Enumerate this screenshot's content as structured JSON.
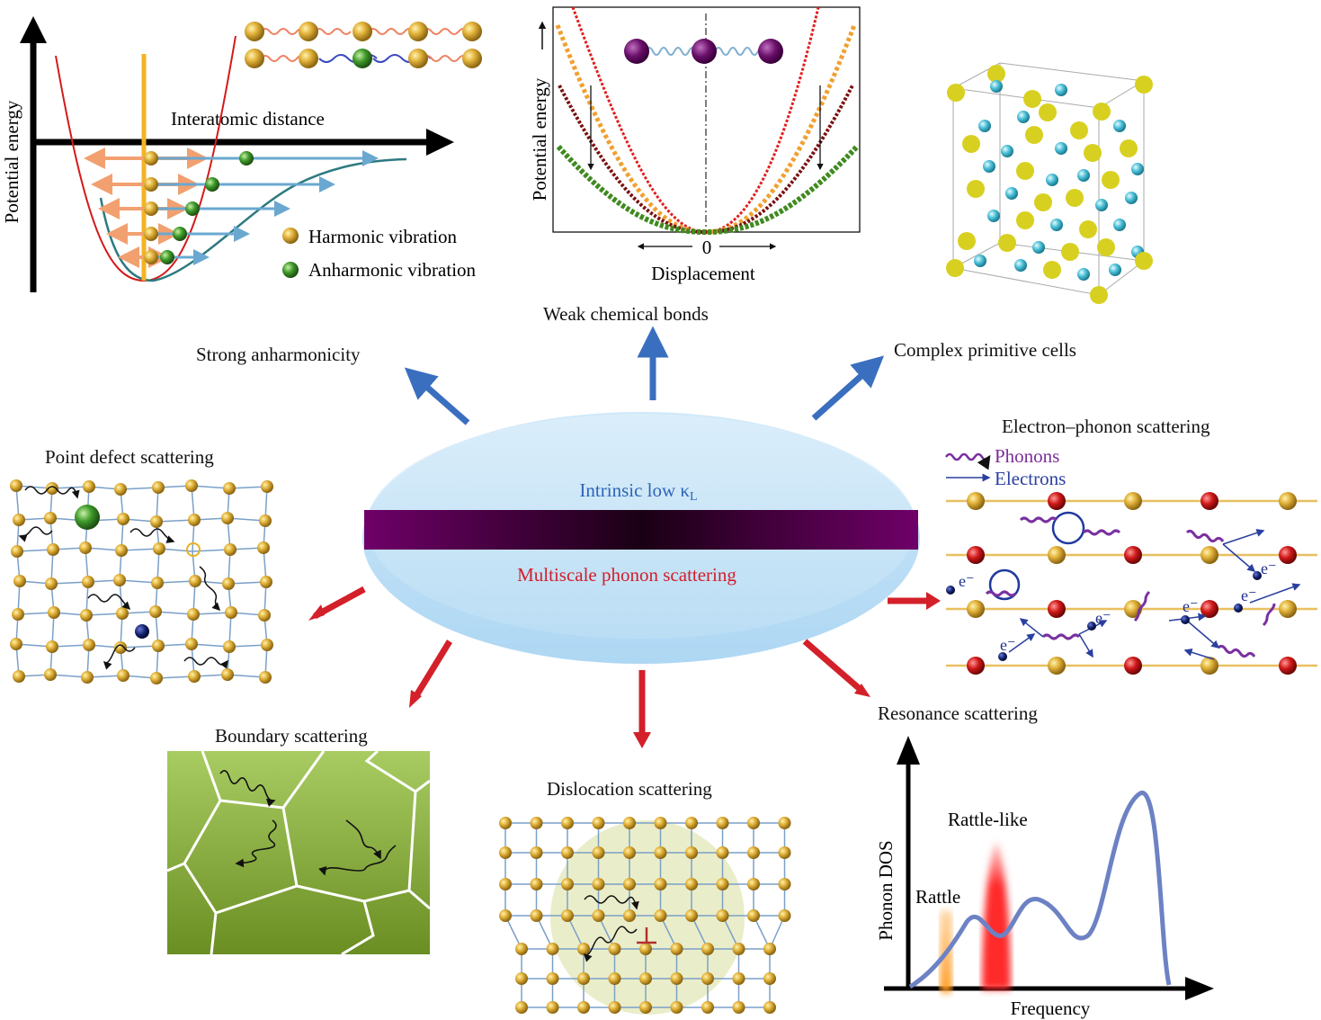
{
  "center": {
    "top_text": "Intrinsic low κ",
    "top_sub": "L",
    "bottom_text": "Multiscale phonon scattering"
  },
  "categories": {
    "strong_anharmonicity": "Strong anharmonicity",
    "weak_bonds": "Weak chemical bonds",
    "complex_cells": "Complex primitive cells",
    "point_defect": "Point defect scattering",
    "electron_phonon": "Electron–phonon scattering",
    "boundary": "Boundary scattering",
    "dislocation": "Dislocation scattering",
    "resonance": "Resonance scattering"
  },
  "anharmonic_panel": {
    "ylabel": "Potential energy",
    "xlabel": "Interatomic distance",
    "legend_harmonic": "Harmonic vibration",
    "legend_anharmonic": "Anharmonic vibration"
  },
  "bonds_panel": {
    "ylabel": "Potential energy",
    "xlabel": "Displacement",
    "zero_tick": "0"
  },
  "ep_panel": {
    "legend_phonons": "Phonons",
    "legend_electrons": "Electrons",
    "electron_label": "e⁻"
  },
  "resonance_panel": {
    "ylabel": "Phonon DOS",
    "xlabel": "Frequency",
    "rattle": "Rattle",
    "rattle_like": "Rattle-like"
  },
  "colors": {
    "blue_arrow": "#3a6fbf",
    "red_arrow": "#d3202a",
    "gold_atom": "#d9a92a",
    "purple": "#6b0b5c",
    "green_curve": "#3f8a1f",
    "orange_curve": "#f0a030",
    "darkred_curve": "#7a1010",
    "red_curve": "#e02020"
  }
}
